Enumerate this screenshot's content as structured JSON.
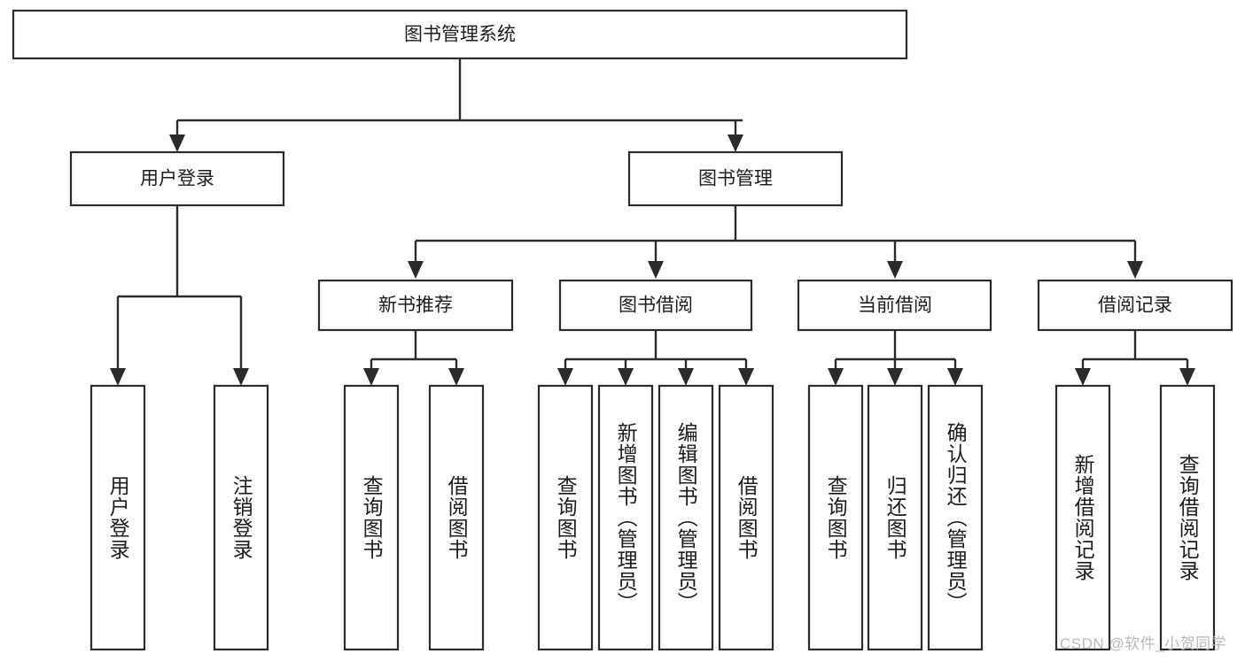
{
  "diagram": {
    "title": "图书管理系统",
    "type": "tree-hierarchy-diagram",
    "colors": {
      "box_stroke": "#2b2b2b",
      "box_fill": "#ffffff",
      "text": "#1c1c1c",
      "background": "#ffffff",
      "watermark": "#b9b9b9"
    },
    "root": {
      "label": "图书管理系统"
    },
    "level2": [
      {
        "label": "用户登录"
      },
      {
        "label": "图书管理"
      }
    ],
    "level3": [
      {
        "label": "新书推荐"
      },
      {
        "label": "图书借阅"
      },
      {
        "label": "当前借阅"
      },
      {
        "label": "借阅记录"
      }
    ],
    "leaves": {
      "user_login": [
        {
          "label": "用户登录"
        },
        {
          "label": "注销登录"
        }
      ],
      "new_book_recommend": [
        {
          "label": "查询图书"
        },
        {
          "label": "借阅图书"
        }
      ],
      "book_borrow": [
        {
          "label": "查询图书"
        },
        {
          "label": "新增图书（管理员）"
        },
        {
          "label": "编辑图书（管理员）"
        },
        {
          "label": "借阅图书"
        }
      ],
      "current_borrow": [
        {
          "label": "查询图书"
        },
        {
          "label": "归还图书"
        },
        {
          "label": "确认归还（管理员）"
        }
      ],
      "borrow_records": [
        {
          "label": "新增借阅记录"
        },
        {
          "label": "查询借阅记录"
        }
      ]
    },
    "watermark": "CSDN @软件_小贺同学"
  }
}
